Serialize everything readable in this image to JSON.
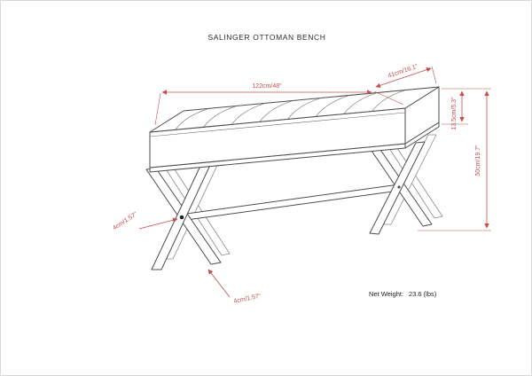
{
  "page": {
    "title": "SALINGER OTTOMAN BENCH"
  },
  "dimensions": {
    "width": "122cm/48\"",
    "depth": "41cm/16.1\"",
    "seat_thickness": "13.5cm/5.3\"",
    "overall_height": "50cm/19.7\"",
    "leg_thickness_top": "4cm/1.57\"",
    "leg_thickness_bottom": "4cm/1.57\""
  },
  "net_weight": {
    "label": "Net Weight:",
    "value": "23.6 (lbs)"
  },
  "colors": {
    "dimension_line": "#c0504d",
    "drawing_line": "#4d4d4d",
    "background": "#ffffff"
  }
}
